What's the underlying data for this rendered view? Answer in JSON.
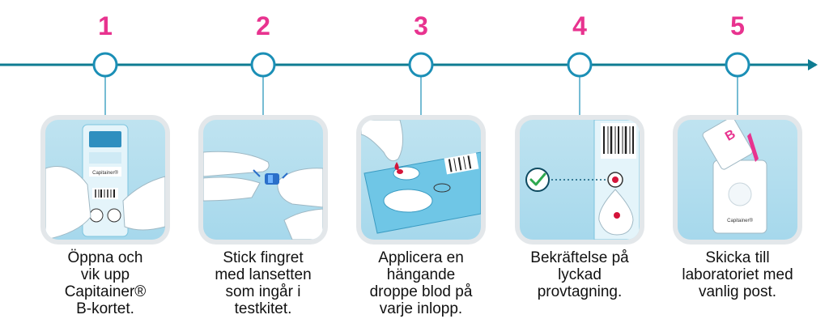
{
  "colors": {
    "timeline": "#0e7c92",
    "node_ring": "#1b8fb6",
    "step_number": "#e8338f",
    "card_frame": "#e3e7ea",
    "illustration_blue": "#a6d8ec"
  },
  "steps": [
    {
      "number": "1",
      "caption_lines": [
        "Öppna och",
        "vik upp",
        "Capitainer®",
        "B-kortet."
      ],
      "card_brand": "Capitainer®"
    },
    {
      "number": "2",
      "caption_lines": [
        "Stick fingret",
        "med lansetten",
        "som ingår i",
        "testkitet."
      ]
    },
    {
      "number": "3",
      "caption_lines": [
        "Applicera en",
        "hängande",
        "droppe blod på",
        "varje inlopp."
      ]
    },
    {
      "number": "4",
      "caption_lines": [
        "Bekräftelse på",
        "lyckad",
        "provtagning."
      ],
      "icon": "checkmark-circle-icon"
    },
    {
      "number": "5",
      "caption_lines": [
        "Skicka till",
        "laboratoriet med",
        "vanlig post."
      ],
      "card_brand": "Capitainer®",
      "label_letter": "B"
    }
  ]
}
